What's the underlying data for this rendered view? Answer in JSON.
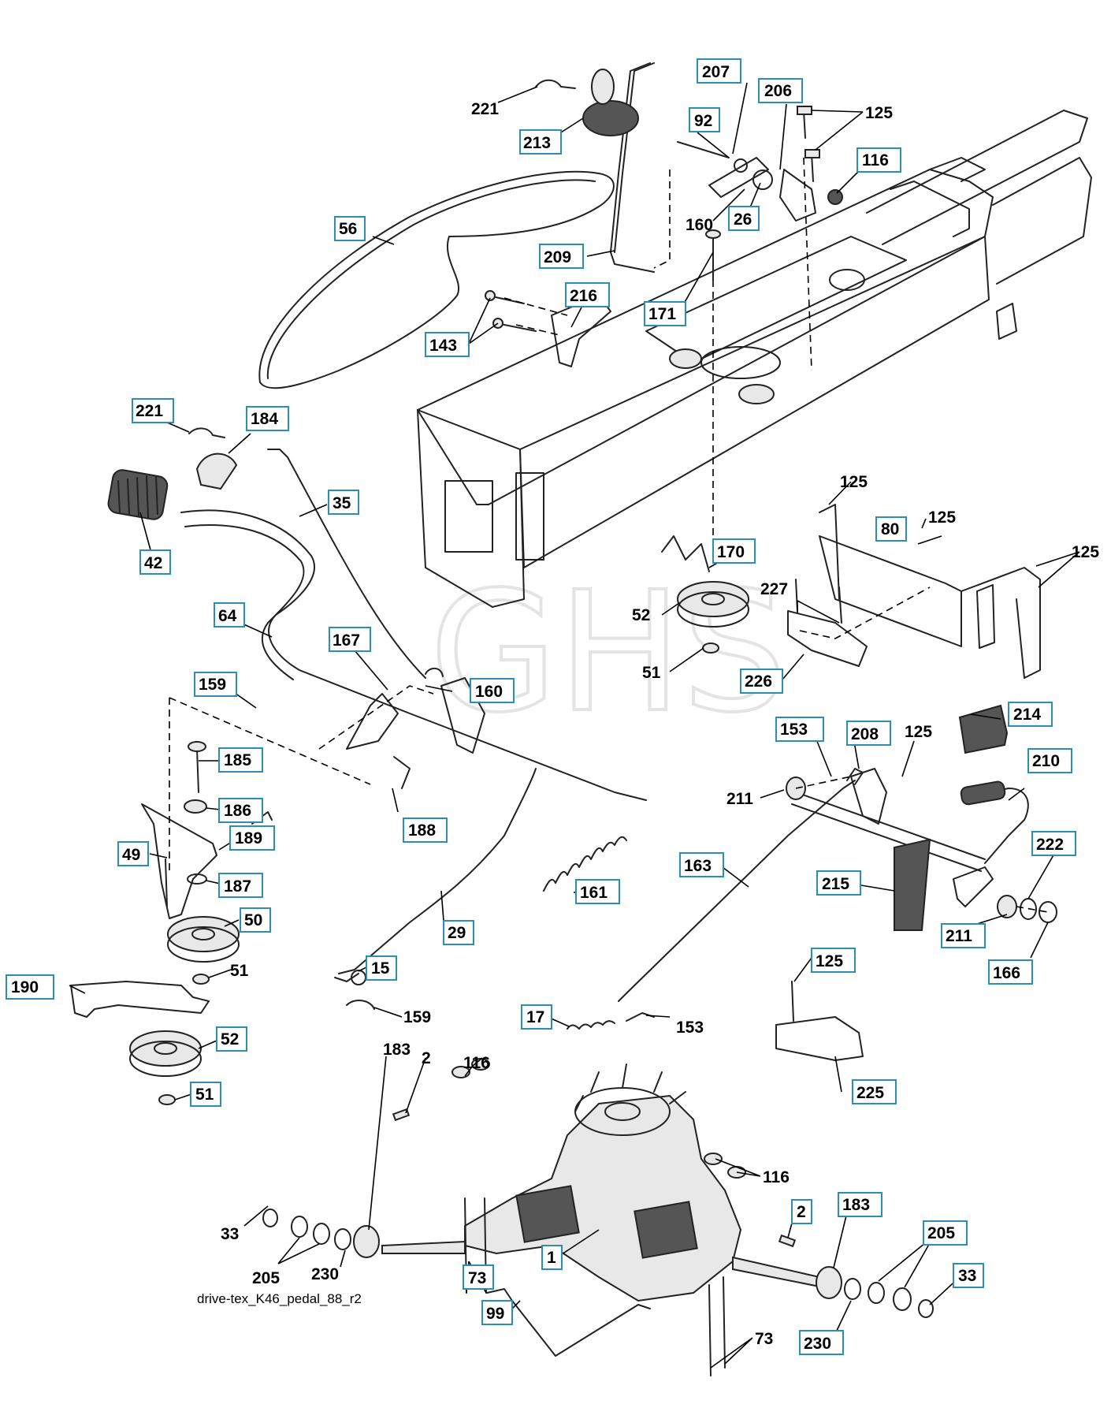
{
  "diagram": {
    "caption": "drive-tex_K46_pedal_88_r2",
    "watermark": "GHS",
    "box_color": "#2a8fb0",
    "callouts": [
      {
        "id": "c221a",
        "text": "221",
        "boxed": false
      },
      {
        "id": "c213",
        "text": "213",
        "boxed": true
      },
      {
        "id": "c207",
        "text": "207",
        "boxed": true
      },
      {
        "id": "c92",
        "text": "92",
        "boxed": true
      },
      {
        "id": "c206",
        "text": "206",
        "boxed": true
      },
      {
        "id": "c125a",
        "text": "125",
        "boxed": false
      },
      {
        "id": "c116a",
        "text": "116",
        "boxed": true
      },
      {
        "id": "c160a",
        "text": "160",
        "boxed": false
      },
      {
        "id": "c26",
        "text": "26",
        "boxed": true
      },
      {
        "id": "c56",
        "text": "56",
        "boxed": true
      },
      {
        "id": "c209",
        "text": "209",
        "boxed": true
      },
      {
        "id": "c171",
        "text": "171",
        "boxed": true
      },
      {
        "id": "c216",
        "text": "216",
        "boxed": true
      },
      {
        "id": "c143",
        "text": "143",
        "boxed": true
      },
      {
        "id": "c221b",
        "text": "221",
        "boxed": true
      },
      {
        "id": "c184",
        "text": "184",
        "boxed": true
      },
      {
        "id": "c35",
        "text": "35",
        "boxed": true
      },
      {
        "id": "c42",
        "text": "42",
        "boxed": true
      },
      {
        "id": "c125b",
        "text": "125",
        "boxed": false
      },
      {
        "id": "c125c",
        "text": "125",
        "boxed": false
      },
      {
        "id": "c80",
        "text": "80",
        "boxed": true
      },
      {
        "id": "c125d",
        "text": "125",
        "boxed": false
      },
      {
        "id": "c170",
        "text": "170",
        "boxed": true
      },
      {
        "id": "c227",
        "text": "227",
        "boxed": false
      },
      {
        "id": "c52a",
        "text": "52",
        "boxed": false
      },
      {
        "id": "c64",
        "text": "64",
        "boxed": true
      },
      {
        "id": "c167",
        "text": "167",
        "boxed": true
      },
      {
        "id": "c51a",
        "text": "51",
        "boxed": false
      },
      {
        "id": "c226",
        "text": "226",
        "boxed": true
      },
      {
        "id": "c159a",
        "text": "159",
        "boxed": true
      },
      {
        "id": "c160b",
        "text": "160",
        "boxed": true
      },
      {
        "id": "c214",
        "text": "214",
        "boxed": true
      },
      {
        "id": "c153a",
        "text": "153",
        "boxed": true
      },
      {
        "id": "c208",
        "text": "208",
        "boxed": true
      },
      {
        "id": "c125e",
        "text": "125",
        "boxed": false
      },
      {
        "id": "c185",
        "text": "185",
        "boxed": true
      },
      {
        "id": "c210",
        "text": "210",
        "boxed": true
      },
      {
        "id": "c211a",
        "text": "211",
        "boxed": false
      },
      {
        "id": "c186",
        "text": "186",
        "boxed": true
      },
      {
        "id": "c188",
        "text": "188",
        "boxed": true
      },
      {
        "id": "c189",
        "text": "189",
        "boxed": true
      },
      {
        "id": "c222",
        "text": "222",
        "boxed": true
      },
      {
        "id": "c163",
        "text": "163",
        "boxed": true
      },
      {
        "id": "c49",
        "text": "49",
        "boxed": true
      },
      {
        "id": "c187",
        "text": "187",
        "boxed": true
      },
      {
        "id": "c161",
        "text": "161",
        "boxed": true
      },
      {
        "id": "c215",
        "text": "215",
        "boxed": true
      },
      {
        "id": "c50",
        "text": "50",
        "boxed": true
      },
      {
        "id": "c29",
        "text": "29",
        "boxed": true
      },
      {
        "id": "c211b",
        "text": "211",
        "boxed": true
      },
      {
        "id": "c166",
        "text": "166",
        "boxed": true
      },
      {
        "id": "c125f",
        "text": "125",
        "boxed": true
      },
      {
        "id": "c51b",
        "text": "51",
        "boxed": false
      },
      {
        "id": "c15",
        "text": "15",
        "boxed": true
      },
      {
        "id": "c190",
        "text": "190",
        "boxed": true
      },
      {
        "id": "c159b",
        "text": "159",
        "boxed": false
      },
      {
        "id": "c17",
        "text": "17",
        "boxed": true
      },
      {
        "id": "c153b",
        "text": "153",
        "boxed": false
      },
      {
        "id": "c52b",
        "text": "52",
        "boxed": true
      },
      {
        "id": "c183a",
        "text": "183",
        "boxed": false
      },
      {
        "id": "c116b",
        "text": "116",
        "boxed": false
      },
      {
        "id": "c2a",
        "text": "2",
        "boxed": false
      },
      {
        "id": "c225",
        "text": "225",
        "boxed": true
      },
      {
        "id": "c51c",
        "text": "51",
        "boxed": true
      },
      {
        "id": "c33a",
        "text": "33",
        "boxed": false
      },
      {
        "id": "c230a",
        "text": "230",
        "boxed": false
      },
      {
        "id": "c205a",
        "text": "205",
        "boxed": false
      },
      {
        "id": "c116c",
        "text": "116",
        "boxed": false
      },
      {
        "id": "c2b",
        "text": "2",
        "boxed": true
      },
      {
        "id": "c183b",
        "text": "183",
        "boxed": true
      },
      {
        "id": "c205b",
        "text": "205",
        "boxed": true
      },
      {
        "id": "c1",
        "text": "1",
        "boxed": true
      },
      {
        "id": "c33b",
        "text": "33",
        "boxed": true
      },
      {
        "id": "c73a",
        "text": "73",
        "boxed": true
      },
      {
        "id": "c73b",
        "text": "73",
        "boxed": false
      },
      {
        "id": "c99",
        "text": "99",
        "boxed": true
      },
      {
        "id": "c230b",
        "text": "230",
        "boxed": true
      }
    ]
  }
}
